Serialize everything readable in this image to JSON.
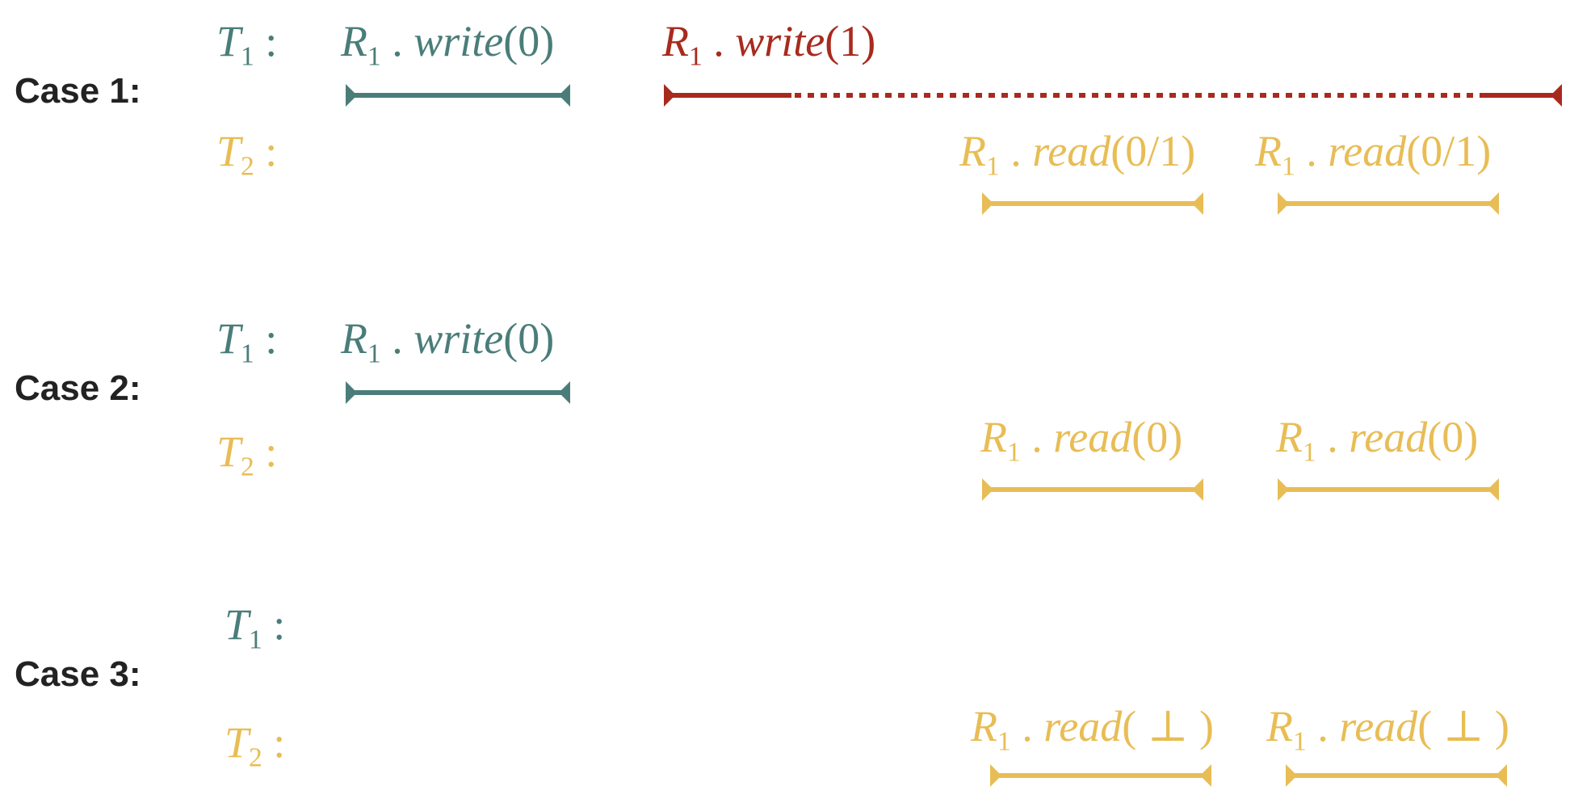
{
  "colors": {
    "teal": "#4a7d79",
    "red": "#a82a1e",
    "gold": "#e8bd55",
    "label": "#222222"
  },
  "cases": [
    {
      "label": "Case 1:",
      "t1": {
        "name": "T",
        "sub": "1",
        "colon": ":"
      },
      "t2": {
        "name": "T",
        "sub": "2",
        "colon": ":"
      },
      "ops": [
        {
          "reg": "R",
          "sub": "1",
          "dot": ".",
          "fn": "write",
          "arg": "(0)",
          "color": "teal"
        },
        {
          "reg": "R",
          "sub": "1",
          "dot": ".",
          "fn": "write",
          "arg": "(1)",
          "color": "red"
        },
        {
          "reg": "R",
          "sub": "1",
          "dot": ".",
          "fn": "read",
          "arg": "(0/1)",
          "color": "gold"
        },
        {
          "reg": "R",
          "sub": "1",
          "dot": ".",
          "fn": "read",
          "arg": "(0/1)",
          "color": "gold"
        }
      ]
    },
    {
      "label": "Case 2:",
      "t1": {
        "name": "T",
        "sub": "1",
        "colon": ":"
      },
      "t2": {
        "name": "T",
        "sub": "2",
        "colon": ":"
      },
      "ops": [
        {
          "reg": "R",
          "sub": "1",
          "dot": ".",
          "fn": "write",
          "arg": "(0)",
          "color": "teal"
        },
        {
          "reg": "R",
          "sub": "1",
          "dot": ".",
          "fn": "read",
          "arg": "(0)",
          "color": "gold"
        },
        {
          "reg": "R",
          "sub": "1",
          "dot": ".",
          "fn": "read",
          "arg": "(0)",
          "color": "gold"
        }
      ]
    },
    {
      "label": "Case 3:",
      "t1": {
        "name": "T",
        "sub": "1",
        "colon": ":"
      },
      "t2": {
        "name": "T",
        "sub": "2",
        "colon": ":"
      },
      "ops": [
        {
          "reg": "R",
          "sub": "1",
          "dot": ".",
          "fn": "read",
          "arg": "( ⊥ )",
          "color": "gold"
        },
        {
          "reg": "R",
          "sub": "1",
          "dot": ".",
          "fn": "read",
          "arg": "( ⊥ )",
          "color": "gold"
        }
      ]
    }
  ]
}
